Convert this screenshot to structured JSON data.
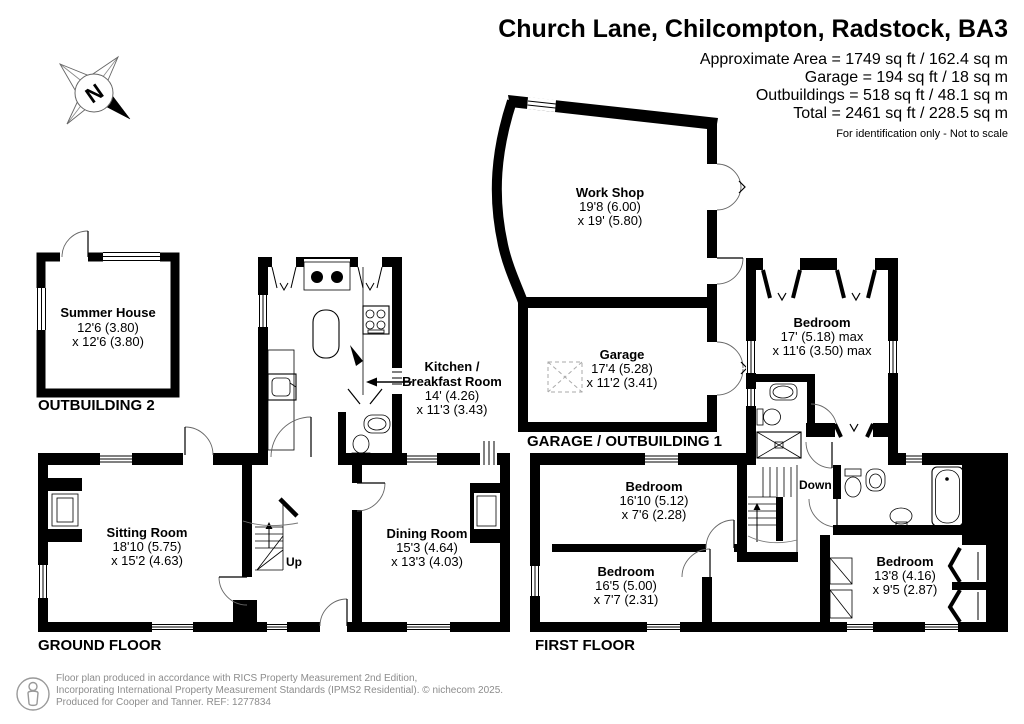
{
  "header": {
    "title": "Church Lane, Chilcompton, Radstock, BA3",
    "area_lines": [
      "Approximate Area = 1749 sq ft / 162.4 sq m",
      "Garage = 194 sq ft / 18 sq m",
      "Outbuildings = 518 sq ft / 48.1 sq m",
      "Total = 2461 sq ft / 228.5 sq m"
    ],
    "disclaimer": "For identification only - Not to scale"
  },
  "compass": {
    "north_label": "N"
  },
  "floors": {
    "outbuilding2": "OUTBUILDING 2",
    "garage_outbuilding1": "GARAGE / OUTBUILDING 1",
    "ground": "GROUND FLOOR",
    "first": "FIRST FLOOR"
  },
  "rooms": {
    "summer_house": {
      "name": "Summer House",
      "dims": [
        "12'6 (3.80)",
        "x 12'6 (3.80)"
      ]
    },
    "work_shop": {
      "name": "Work Shop",
      "dims": [
        "19'8 (6.00)",
        "x 19' (5.80)"
      ]
    },
    "garage": {
      "name": "Garage",
      "dims": [
        "17'4 (5.28)",
        "x 11'2 (3.41)"
      ]
    },
    "kitchen": {
      "name_lines": [
        "Kitchen /",
        "Breakfast Room"
      ],
      "dims": [
        "14' (4.26)",
        "x 11'3 (3.43)"
      ]
    },
    "sitting_room": {
      "name": "Sitting Room",
      "dims": [
        "18'10 (5.75)",
        "x 15'2 (4.63)"
      ]
    },
    "dining_room": {
      "name": "Dining Room",
      "dims": [
        "15'3 (4.64)",
        "x 13'3 (4.03)"
      ]
    },
    "bedroom_main": {
      "name": "Bedroom",
      "dims": [
        "17' (5.18) max",
        "x 11'6 (3.50) max"
      ]
    },
    "bedroom_1610": {
      "name": "Bedroom",
      "dims": [
        "16'10 (5.12)",
        "x 7'6 (2.28)"
      ]
    },
    "bedroom_165": {
      "name": "Bedroom",
      "dims": [
        "16'5 (5.00)",
        "x 7'7 (2.31)"
      ]
    },
    "bedroom_138": {
      "name": "Bedroom",
      "dims": [
        "13'8 (4.16)",
        "x 9'5 (2.87)"
      ]
    }
  },
  "stairs": {
    "up": "Up",
    "down": "Down"
  },
  "footer": {
    "line1": "Floor plan produced in accordance with RICS Property Measurement 2nd Edition,",
    "line2": "Incorporating International Property Measurement Standards (IPMS2 Residential).  © nichecom 2025.",
    "line3": "Produced for Cooper and Tanner.   REF: 1277834"
  },
  "colors": {
    "wall": "#000000",
    "muted": "#8c8c8c"
  }
}
